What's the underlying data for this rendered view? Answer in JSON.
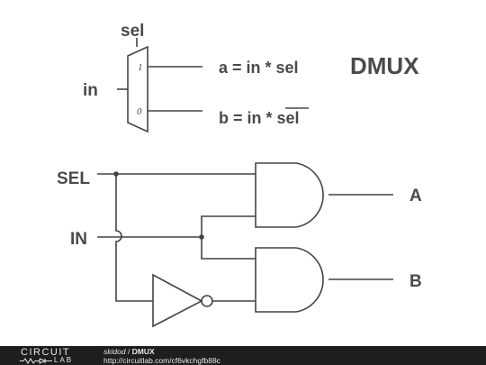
{
  "top": {
    "sel": "sel",
    "in": "in",
    "out1": "1",
    "out0": "0",
    "eq_a": "a = in * sel",
    "eq_b_prefix": "b = in * ",
    "eq_b_bar": "sel",
    "title": "DMUX"
  },
  "circuit": {
    "sel": "SEL",
    "in": "IN",
    "a": "A",
    "b": "B"
  },
  "footer": {
    "logo_top": "CIRCUIT",
    "logo_bottom": "LAB",
    "user": "skidod",
    "separator": " / ",
    "name": "DMUX",
    "url": "http://circuitlab.com/cf6vkchgfb88c"
  },
  "colors": {
    "wire": "#444444",
    "text": "#4a4a4a",
    "footer_bg": "#1e1e1e"
  }
}
